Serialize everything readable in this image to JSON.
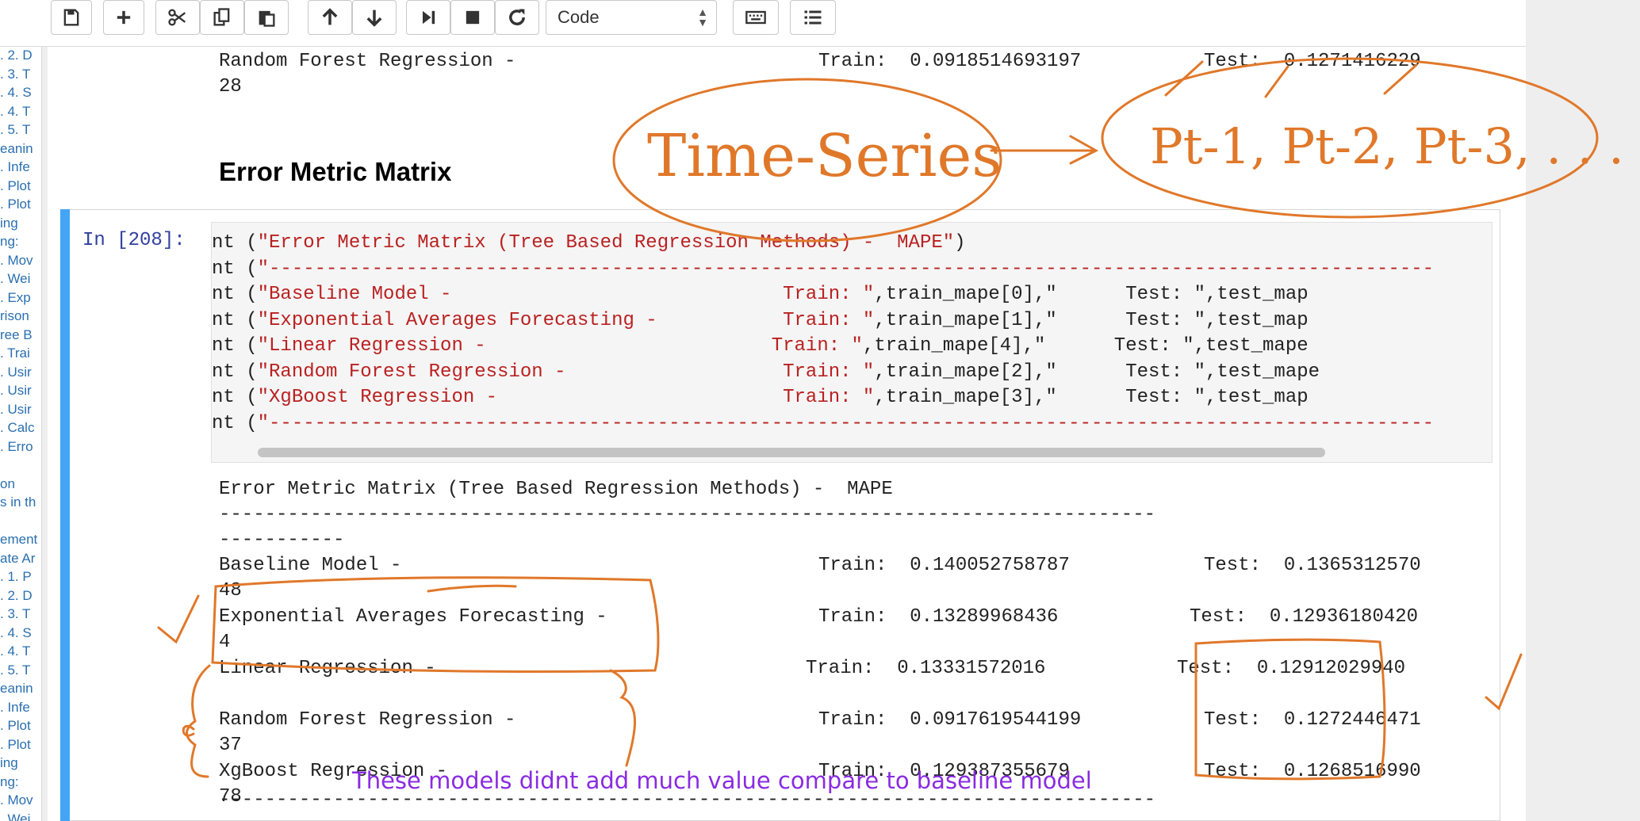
{
  "toolbar": {
    "buttons": [
      "save-icon",
      "add-cell-icon",
      "cut-icon",
      "copy-icon",
      "paste-icon",
      "move-up-icon",
      "move-down-icon",
      "run-icon",
      "stop-icon",
      "restart-icon",
      "keyboard-icon",
      "list-icon"
    ],
    "cell_type": "Code"
  },
  "toc": {
    "items": [
      ". 2. D",
      ". 3. T",
      ". 4. S",
      ". 4. T",
      ". 5. T",
      "eanin",
      ". Infe",
      ". Plot",
      ". Plot",
      "ing",
      "ng:",
      ". Mov",
      ". Wei",
      ". Exp",
      "rison",
      "ree B",
      ". Trai",
      ". Usir",
      ". Usir",
      ". Usir",
      ". Calc",
      ". Erro",
      "",
      "on",
      "s in th",
      "",
      "ement",
      "ate Ar",
      ". 1. P",
      ". 2. D",
      ". 3. T",
      ". 4. S",
      ". 4. T",
      ". 5. T",
      "eanin",
      ". Infe",
      ". Plot",
      ". Plot",
      "ing",
      "ng:",
      ". Mov",
      ". Wei"
    ]
  },
  "prev_output": {
    "line1_label": "Random Forest Regression -",
    "line1_train": "Train:  0.0918514693197",
    "line1_test": "Test:  0.1271416229",
    "line2": "28"
  },
  "heading": "Error Metric Matrix",
  "cell": {
    "prompt": "In [208]:",
    "code": [
      {
        "a": "nt (",
        "s": "\"Error Metric Matrix (Tree Based Regression Methods) -  MAPE\"",
        "b": ")"
      },
      {
        "a": "nt (",
        "s": "\"------------------------------------------------------------------------------------------------------",
        "b": ""
      },
      {
        "a": "nt (",
        "s": "\"Baseline Model -                             Train: \"",
        "b": ",train_mape[0],\"      Test: \",test_map"
      },
      {
        "a": "nt (",
        "s": "\"Exponential Averages Forecasting -           Train: \"",
        "b": ",train_mape[1],\"      Test: \",test_map"
      },
      {
        "a": "nt (",
        "s": "\"Linear Regression -                         Train: \"",
        "b": ",train_mape[4],\"      Test: \",test_mape"
      },
      {
        "a": "nt (",
        "s": "\"Random Forest Regression -                   Train: \"",
        "b": ",train_mape[2],\"      Test: \",test_mape"
      },
      {
        "a": "nt (",
        "s": "\"XgBoost Regression -                         Train: \"",
        "b": ",train_mape[3],\"      Test: \",test_map"
      },
      {
        "a": "nt (",
        "s": "\"------------------------------------------------------------------------------------------------------",
        "b": ""
      }
    ],
    "output_title": "Error Metric Matrix (Tree Based Regression Methods) -  MAPE",
    "output_rule": "----------------------------------------------------------------------------------",
    "output_rule_tail": "-----------",
    "rows": [
      {
        "label": "Baseline Model -",
        "train": "Train:  0.140052758787",
        "test": "Test:  0.1365312570",
        "wrap": "48"
      },
      {
        "label": "Exponential Averages Forecasting -",
        "train": "Train:  0.13289968436",
        "test": "Test:  0.12936180420",
        "wrap": "4"
      },
      {
        "label": "Linear Regression -",
        "train": "Train:  0.13331572016",
        "test": "Test:  0.12912029940",
        "wrap": ""
      },
      {
        "label": "Random Forest Regression -",
        "train": "Train:  0.0917619544199",
        "test": "Test:  0.1272446471",
        "wrap": "37"
      },
      {
        "label": "XgBoost Regression -",
        "train": "Train:  0.129387355679",
        "test": "Test:  0.1268516990",
        "wrap": "78"
      }
    ],
    "annotation": "These models didnt add much value compare to baseline model"
  },
  "handwriting": {
    "time_series": "Time-Series",
    "lags": "Pt-1, Pt-2, Pt-3, . . .",
    "ink_color": "#e0782a"
  }
}
